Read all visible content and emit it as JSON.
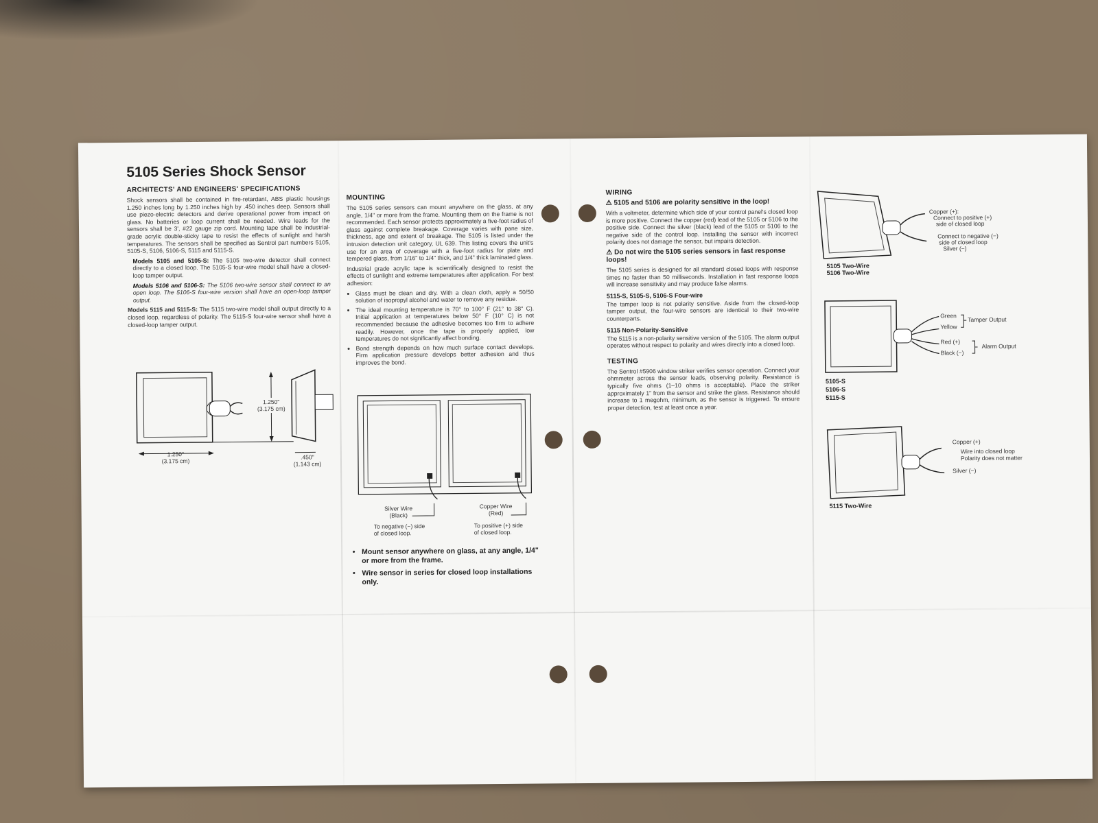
{
  "document": {
    "title": "5105 Series Shock Sensor",
    "spec_heading": "ARCHITECTS' AND ENGINEERS' SPECIFICATIONS",
    "spec_body": "Shock sensors shall be contained in fire-retardant, ABS plastic housings 1.250 inches long by 1.250 inches high by .450 inches deep. Sensors shall use piezo-electric detectors and derive operational power from impact on glass. No batteries or loop current shall be needed. Wire leads for the sensors shall be 3', #22 gauge zip cord. Mounting tape shall be industrial-grade acrylic double-sticky tape to resist the effects of sunlight and harsh temperatures. The sensors shall be specified as Sentrol part numbers 5105, 5105-S, 5106, 5106-S, 5115 and 5115-S.",
    "models": [
      {
        "label": "Models 5105 and 5105-S:",
        "text": " The 5105 two-wire detector shall connect directly to a closed loop. The 5105-S four-wire model shall have a closed-loop tamper output."
      },
      {
        "label": "Models 5106 and 5106-S:",
        "text": " The 5106 two-wire sensor shall connect to an open loop. The 5106-S four-wire version shall have an open-loop tamper output."
      },
      {
        "label": "Models 5115 and 5115-S:",
        "text": " The 5115 two-wire model shall output directly to a closed loop, regardless of polarity. The 5115-S four-wire sensor shall have a closed-loop tamper output."
      }
    ],
    "dimensions": {
      "height": "1.250\"",
      "height_cm": "(3.175 cm)",
      "width": "1.250\"",
      "width_cm": "(3.175 cm)",
      "depth": ".450\"",
      "depth_cm": "(1.143 cm)"
    }
  },
  "mounting": {
    "heading": "MOUNTING",
    "body1": "The 5105 series sensors can mount anywhere on the glass, at any angle, 1/4\" or more from the frame. Mounting them on the frame is not recommended. Each sensor protects approximately a five-foot radius of glass against complete breakage. Coverage varies with pane size, thickness, age and extent of breakage. The 5105 is listed under the intrusion detection unit category, UL 639. This listing covers the unit's use for an area of coverage with a five-foot radius for plate and tempered glass, from 1/16\" to 1/4\" thick, and 1/4\" thick laminated glass.",
    "body2": "Industrial grade acrylic tape is scientifically designed to resist the effects of sunlight and extreme temperatures after application. For best adhesion:",
    "bullets": [
      "Glass must be clean and dry. With a clean cloth, apply a 50/50 solution of isopropyl alcohol and water to remove any residue.",
      "The ideal mounting temperature is 70° to 100° F (21° to 38° C). Initial application at temperatures below 50° F (10° C) is not recommended because the adhesive becomes too firm to adhere readily. However, once the tape is properly applied, low temperatures do not significantly affect bonding.",
      "Bond strength depends on how much surface contact develops. Firm application pressure develops better adhesion and thus improves the bond."
    ],
    "diagram": {
      "silver_wire": "Silver Wire",
      "silver_color": "(Black)",
      "copper_wire": "Copper Wire",
      "copper_color": "(Red)",
      "negative_note_1": "To negative (−) side",
      "negative_note_2": "of closed loop.",
      "positive_note_1": "To positive (+) side",
      "positive_note_2": "of closed loop."
    },
    "big_bullets": [
      "Mount sensor anywhere on glass, at any angle, 1/4\" or more from the frame.",
      "Wire sensor in series for closed loop installations only."
    ]
  },
  "wiring": {
    "heading": "WIRING",
    "warning1": "5105 and 5106 are polarity sensitive in the loop!",
    "body1": "With a voltmeter, determine which side of your control panel's closed loop is more positive. Connect the copper (red) lead of the 5105 or 5106 to the positive side. Connect the silver (black) lead of the 5105 or 5106 to the negative side of the control loop. Installing the sensor with incorrect polarity does not damage the sensor, but impairs detection.",
    "warning2": "Do not wire the 5105 series sensors in fast response loops!",
    "body2": "The 5105 series is designed for all standard closed loops with response times no faster than 50 milliseconds. Installation in fast response loops will increase sensitivity and may produce false alarms.",
    "sub1": "5115-S, 5105-S, 5106-S  Four-wire",
    "body3": "The tamper loop is not polarity sensitive. Aside from the closed-loop tamper output, the four-wire sensors are identical to their two-wire counterparts.",
    "sub2": "5115  Non-Polarity-Sensitive",
    "body4": "The 5115 is a non-polarity sensitive version of the 5105. The alarm output operates without respect to polarity and wires directly into a closed loop.",
    "testing_heading": "TESTING",
    "testing_body": "The Sentrol #5906 window striker verifies sensor operation. Connect your ohmmeter across the sensor leads, observing polarity. Resistance is typically five ohms (1–10 ohms is acceptable). Place the striker approximately 1\" from the sensor and strike the glass. Resistance should increase to 1 megohm, minimum, as the sensor is triggered. To ensure proper detection, test at least once a year."
  },
  "diagrams": {
    "d1": {
      "copper": "Copper (+):",
      "copper_note_1": "Connect to positive (+)",
      "copper_note_2": "side of closed loop",
      "negative_note_1": "Connect to negative (−)",
      "negative_note_2": "side of closed loop",
      "silver": "Silver (−)",
      "caption_1": "5105 Two-Wire",
      "caption_2": "5106 Two-Wire"
    },
    "d2": {
      "green": "Green",
      "yellow": "Yellow",
      "tamper": "Tamper Output",
      "red": "Red (+)",
      "black": "Black (−)",
      "alarm": "Alarm Output",
      "caption_1": "5105-S",
      "caption_2": "5106-S",
      "caption_3": "5115-S"
    },
    "d3": {
      "copper": "Copper (+)",
      "note_1": "Wire into closed loop",
      "note_2": "Polarity does not matter",
      "silver": "Silver (−)",
      "caption": "5115 Two-Wire"
    }
  }
}
